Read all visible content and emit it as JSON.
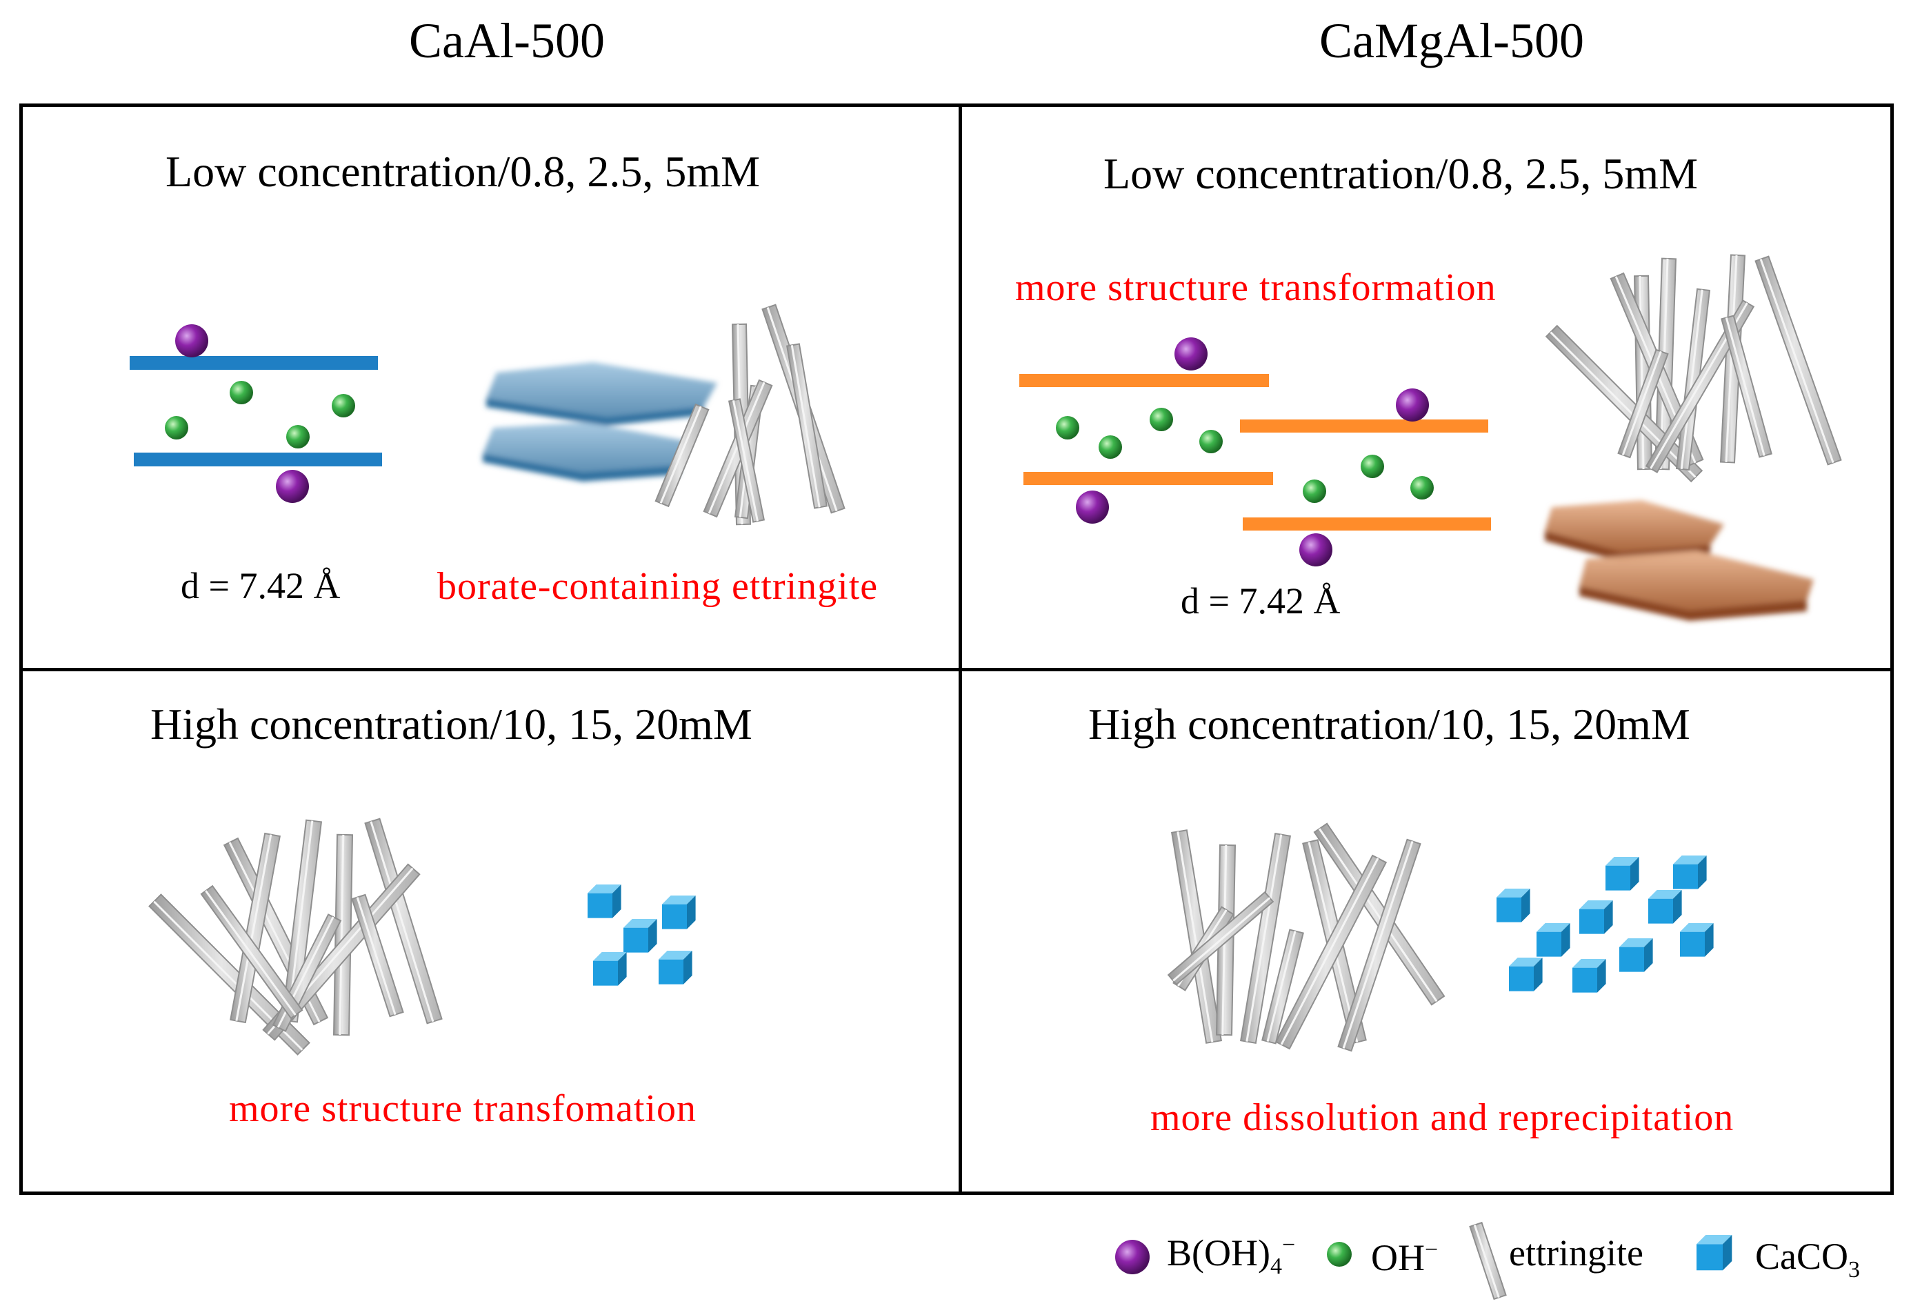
{
  "titles": {
    "left": "CaAl-500",
    "right": "CaMgAl-500"
  },
  "panels": {
    "top_left": {
      "heading": "Low concentration/0.8,  2.5, 5mM",
      "spacing_label": "d = 7.42 Å",
      "annotation": "borate-containing  ettringite"
    },
    "top_right": {
      "heading": "Low concentration/0.8,  2.5, 5mM",
      "annotation": "more  structure  transformation",
      "spacing_label": "d = 7.42 Å"
    },
    "bottom_left": {
      "heading": "High concentration/10,  15, 20mM",
      "annotation": "more  structure  transfomation"
    },
    "bottom_right": {
      "heading": "High concentration/10,  15, 20mM",
      "annotation": "more  dissolution  and  reprecipitation"
    }
  },
  "legend": {
    "borate": {
      "label": "B(OH)",
      "sub": "4",
      "sup": "−"
    },
    "hydroxide": {
      "label": "OH",
      "sup": "−"
    },
    "ettringite": {
      "label": "ettringite"
    },
    "carbonate": {
      "label": "CaCO",
      "sub": "3"
    }
  },
  "colors": {
    "borate_ion": "#8e24aa",
    "hydroxide_ion": "#3cb44b",
    "layer_caal": "#1f7fc4",
    "layer_camgal": "#ff8c2a",
    "ettringite_rod": "#c8c8c8",
    "caco3_cube": "#1e9ee0",
    "plate_blue": "#6d9fc4",
    "plate_copper": "#c07a4c",
    "annotation_text": "#ff0000"
  }
}
